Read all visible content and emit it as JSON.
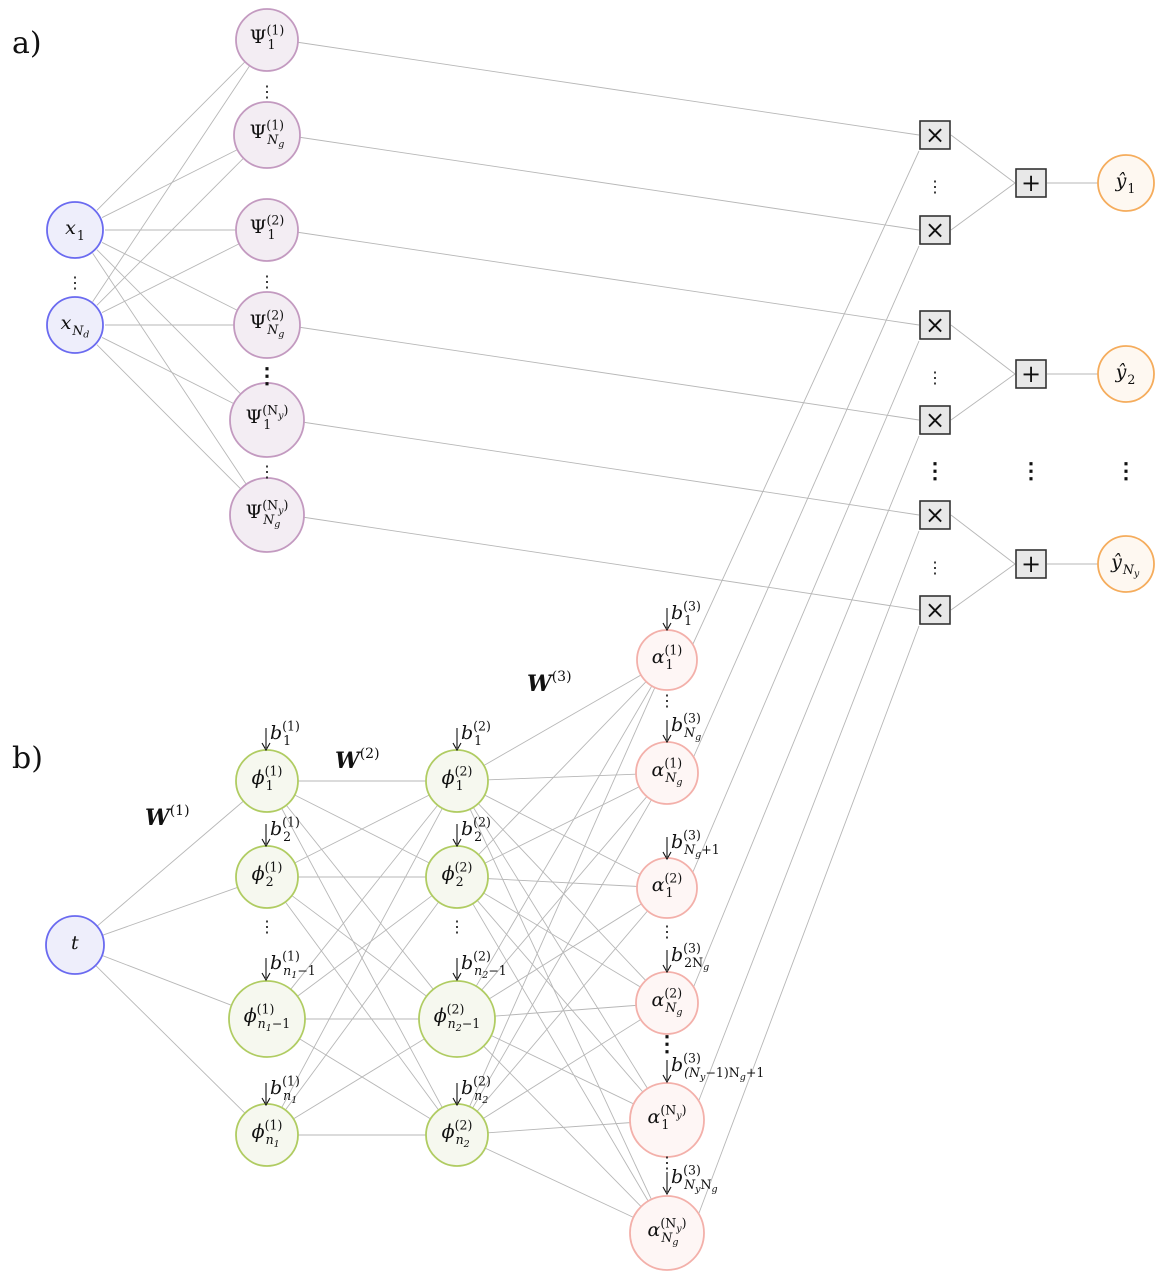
{
  "panels": {
    "a": "a)",
    "b": "b)"
  },
  "colors": {
    "input": {
      "stroke": "#6a6af0",
      "fill": "#eeeefb"
    },
    "psi": {
      "stroke": "#c39ac0",
      "fill": "#f3edf3"
    },
    "hidden": {
      "stroke": "#b0cc62",
      "fill": "#f6f8ef"
    },
    "alpha": {
      "stroke": "#f3b0aa",
      "fill": "#fef6f5"
    },
    "output": {
      "stroke": "#f5ac5c",
      "fill": "#fef8f1"
    },
    "operator": {
      "stroke": "#333333",
      "fill": "#e8e8e8"
    },
    "edge": "#b7b7b7"
  },
  "nodes": {
    "x1": {
      "base": "x",
      "sub": "1"
    },
    "xNd": {
      "base": "x",
      "sub": "N",
      "subsub": "d"
    },
    "psi_1_1": {
      "base": "Ψ",
      "sup": "(1)",
      "sub": "1"
    },
    "psi_1_Ng": {
      "base": "Ψ",
      "sup": "(1)",
      "sub": "N",
      "subsub": "g"
    },
    "psi_2_1": {
      "base": "Ψ",
      "sup": "(2)",
      "sub": "1"
    },
    "psi_2_Ng": {
      "base": "Ψ",
      "sup": "(2)",
      "sub": "N",
      "subsub": "g"
    },
    "psi_Ny_1": {
      "base": "Ψ",
      "sup": "(N",
      "supsub": "y",
      "supclose": ")",
      "sub": "1"
    },
    "psi_Ny_Ng": {
      "base": "Ψ",
      "sup": "(N",
      "supsub": "y",
      "supclose": ")",
      "sub": "N",
      "subsub": "g"
    },
    "y1": {
      "base": "ŷ",
      "sub": "1"
    },
    "y2": {
      "base": "ŷ",
      "sub": "2"
    },
    "yNy": {
      "base": "ŷ",
      "sub": "N",
      "subsub": "y"
    },
    "t": {
      "base": "t"
    },
    "phi1_1": {
      "base": "ϕ",
      "sup": "(1)",
      "sub": "1"
    },
    "phi1_2": {
      "base": "ϕ",
      "sup": "(1)",
      "sub": "2"
    },
    "phi1_n1m1": {
      "base": "ϕ",
      "sup": "(1)",
      "sub": "n",
      "subsub": "1",
      "subtail": "−1"
    },
    "phi1_n1": {
      "base": "ϕ",
      "sup": "(1)",
      "sub": "n",
      "subsub": "1"
    },
    "phi2_1": {
      "base": "ϕ",
      "sup": "(2)",
      "sub": "1"
    },
    "phi2_2": {
      "base": "ϕ",
      "sup": "(2)",
      "sub": "2"
    },
    "phi2_n2m1": {
      "base": "ϕ",
      "sup": "(2)",
      "sub": "n",
      "subsub": "2",
      "subtail": "−1"
    },
    "phi2_n2": {
      "base": "ϕ",
      "sup": "(2)",
      "sub": "n",
      "subsub": "2"
    },
    "a_1_1": {
      "base": "α",
      "sup": "(1)",
      "sub": "1"
    },
    "a_1_Ng": {
      "base": "α",
      "sup": "(1)",
      "sub": "N",
      "subsub": "g"
    },
    "a_2_1": {
      "base": "α",
      "sup": "(2)",
      "sub": "1"
    },
    "a_2_Ng": {
      "base": "α",
      "sup": "(2)",
      "sub": "N",
      "subsub": "g"
    },
    "a_Ny_1": {
      "base": "α",
      "sup": "(N",
      "supsub": "y",
      "supclose": ")",
      "sub": "1"
    },
    "a_Ny_Ng": {
      "base": "α",
      "sup": "(N",
      "supsub": "y",
      "supclose": ")",
      "sub": "N",
      "subsub": "g"
    }
  },
  "operators": {
    "multiply": "×",
    "add": "+"
  },
  "weights": {
    "W1": {
      "base": "W",
      "sup": "(1)"
    },
    "W2": {
      "base": "W",
      "sup": "(2)"
    },
    "W3": {
      "base": "W",
      "sup": "(3)"
    }
  },
  "biases": {
    "b1_1": {
      "base": "b",
      "sup": "(1)",
      "sub": "1"
    },
    "b1_2": {
      "base": "b",
      "sup": "(1)",
      "sub": "2"
    },
    "b1_n1m1": {
      "base": "b",
      "sup": "(1)",
      "sub": "n",
      "subsub": "1",
      "subtail": "−1"
    },
    "b1_n1": {
      "base": "b",
      "sup": "(1)",
      "sub": "n",
      "subsub": "1"
    },
    "b2_1": {
      "base": "b",
      "sup": "(2)",
      "sub": "1"
    },
    "b2_2": {
      "base": "b",
      "sup": "(2)",
      "sub": "2"
    },
    "b2_n2m1": {
      "base": "b",
      "sup": "(2)",
      "sub": "n",
      "subsub": "2",
      "subtail": "−1"
    },
    "b2_n2": {
      "base": "b",
      "sup": "(2)",
      "sub": "n",
      "subsub": "2"
    },
    "b3_1": {
      "base": "b",
      "sup": "(3)",
      "sub": "1"
    },
    "b3_Ng": {
      "base": "b",
      "sup": "(3)",
      "sub": "N",
      "subsub": "g"
    },
    "b3_Ngp1": {
      "base": "b",
      "sup": "(3)",
      "sub": "N",
      "subsub": "g",
      "subtail": "+1"
    },
    "b3_2Ng": {
      "base": "b",
      "sup": "(3)",
      "sub": "2N",
      "subsub": "g"
    },
    "b3_mid": {
      "base": "b",
      "sup": "(3)",
      "sub": "(N",
      "subsub": "y",
      "subtail": "−1)N",
      "subsub2": "g",
      "subtail2": "+1"
    },
    "b3_NyNg": {
      "base": "b",
      "sup": "(3)",
      "sub": "N",
      "subsub": "y",
      "subtail": "N",
      "subsub2": "g"
    }
  },
  "ellipsis": {
    "thin": "⋮",
    "bold": "⋮"
  }
}
